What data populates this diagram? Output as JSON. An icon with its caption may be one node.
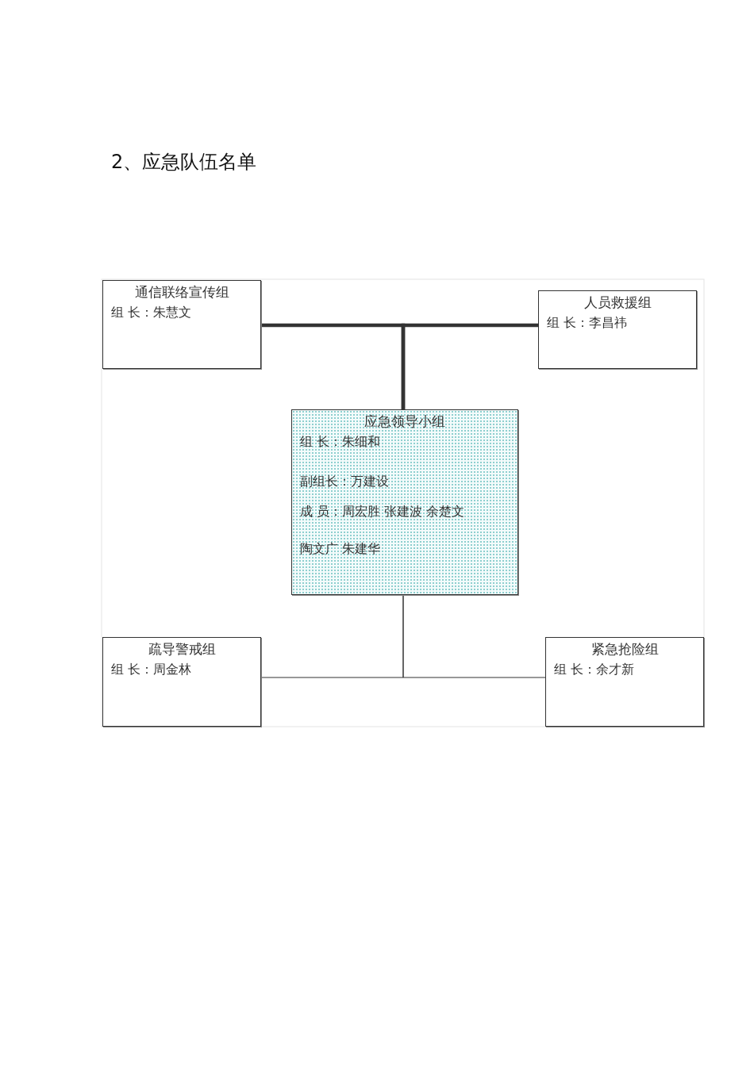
{
  "diagram": {
    "title": "2、应急队伍名单",
    "nodes": [
      {
        "text": [
          "通信联络宣传组",
          "组 长：朱慧文"
        ]
      },
      {
        "text": [
          "人员救援组",
          "组 长：李昌祎"
        ]
      },
      {
        "text": [
          "应急领导小组",
          "组 长：朱细和",
          "副组长：万建设",
          "成 员：周宏胜 张建波 余楚文",
          "陶文广 朱建华"
        ]
      },
      {
        "text": [
          "疏导警戒组",
          "组 长：周金林"
        ]
      },
      {
        "text": [
          "紧急抢险组",
          "组 长：余才新"
        ]
      }
    ],
    "edges": [
      {
        "from": 2,
        "to": 0,
        "arrow": "none",
        "style": "thick"
      },
      {
        "from": 2,
        "to": 1,
        "arrow": "none",
        "style": "thick"
      },
      {
        "from": 2,
        "to": 3,
        "arrow": "none"
      },
      {
        "from": 2,
        "to": 4,
        "arrow": "none"
      }
    ]
  }
}
